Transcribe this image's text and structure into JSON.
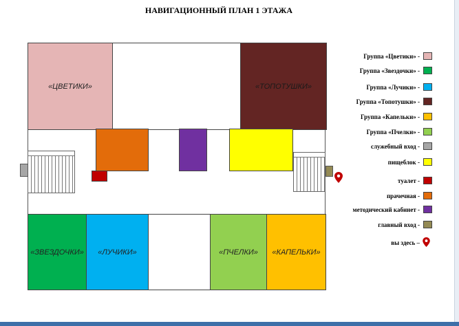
{
  "title": "НАВИГАЦИОННЫЙ ПЛАН 1 ЭТАЖА",
  "rooms": {
    "tsvetiki": {
      "label": "«ЦВЕТИКИ»",
      "color": "#e5b5b5"
    },
    "topotushki": {
      "label": "«ТОПОТУШКИ»",
      "color": "#632523"
    },
    "zvezdochki": {
      "label": "«ЗВЕЗДОЧКИ»",
      "color": "#00b050"
    },
    "luchiki": {
      "label": "«ЛУЧИКИ»",
      "color": "#00b0f0"
    },
    "pchelki": {
      "label": "«ПЧЕЛКИ»",
      "color": "#92d050"
    },
    "kapelki": {
      "label": "«КАПЕЛЬКИ»",
      "color": "#ffc000"
    },
    "laundry": {
      "color": "#e36c0a"
    },
    "methodical": {
      "color": "#7030a0"
    },
    "food_unit": {
      "color": "#ffff00"
    },
    "toilet": {
      "color": "#c00000"
    }
  },
  "doors": {
    "service": {
      "color": "#a6a6a6"
    },
    "main": {
      "color": "#948a54"
    }
  },
  "legend": [
    {
      "label": "Группа «Цветики» -",
      "color": "#e5b5b5"
    },
    {
      "label": "Группа «Звездочки» -",
      "color": "#00b050"
    },
    {
      "label": "Группа «Лучики» -",
      "color": "#00b0f0"
    },
    {
      "label": "Группа «Топотушки» -",
      "color": "#632523"
    },
    {
      "label": "Группа «Капельки» -",
      "color": "#ffc000"
    },
    {
      "label": "Группа «Пчелки» -",
      "color": "#92d050"
    },
    {
      "label": "служебный вход -",
      "color": "#a6a6a6"
    },
    {
      "label": "пищеблок -",
      "color": "#ffff00"
    },
    {
      "label": "туалет -",
      "color": "#c00000"
    },
    {
      "label": "прачечная -",
      "color": "#e36c0a"
    },
    {
      "label": "методический кабинет -",
      "color": "#7030a0"
    },
    {
      "label": "главный вход -",
      "color": "#948a54"
    }
  ],
  "you_are_here": {
    "label": "вы здесь –",
    "icon": "map-pin-icon",
    "color": "#c00000"
  }
}
